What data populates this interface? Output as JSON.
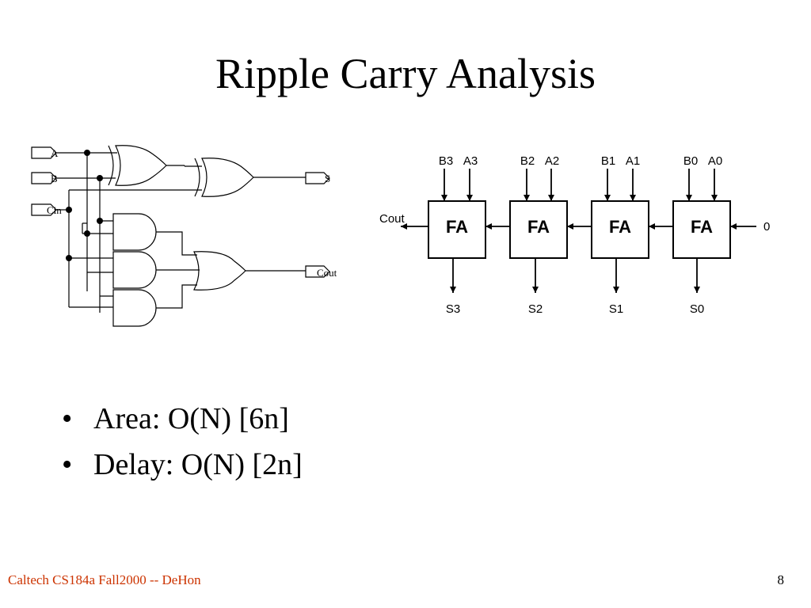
{
  "title": "Ripple Carry Analysis",
  "schematic": {
    "inputs": [
      "A",
      "B",
      "Cin"
    ],
    "outputs": [
      "S",
      "Cout"
    ]
  },
  "adder_chain": {
    "blocks": [
      {
        "label": "FA",
        "b": "B3",
        "a": "A3",
        "s": "S3"
      },
      {
        "label": "FA",
        "b": "B2",
        "a": "A2",
        "s": "S2"
      },
      {
        "label": "FA",
        "b": "B1",
        "a": "A1",
        "s": "S1"
      },
      {
        "label": "FA",
        "b": "B0",
        "a": "A0",
        "s": "S0"
      }
    ],
    "carry_out": "Cout",
    "carry_in": "0"
  },
  "bullets": [
    {
      "marker": "•",
      "text": "Area: O(N)  [6n]"
    },
    {
      "marker": "•",
      "text": "Delay: O(N) [2n]"
    }
  ],
  "footer": "Caltech CS184a Fall2000 -- DeHon",
  "page_number": "8"
}
